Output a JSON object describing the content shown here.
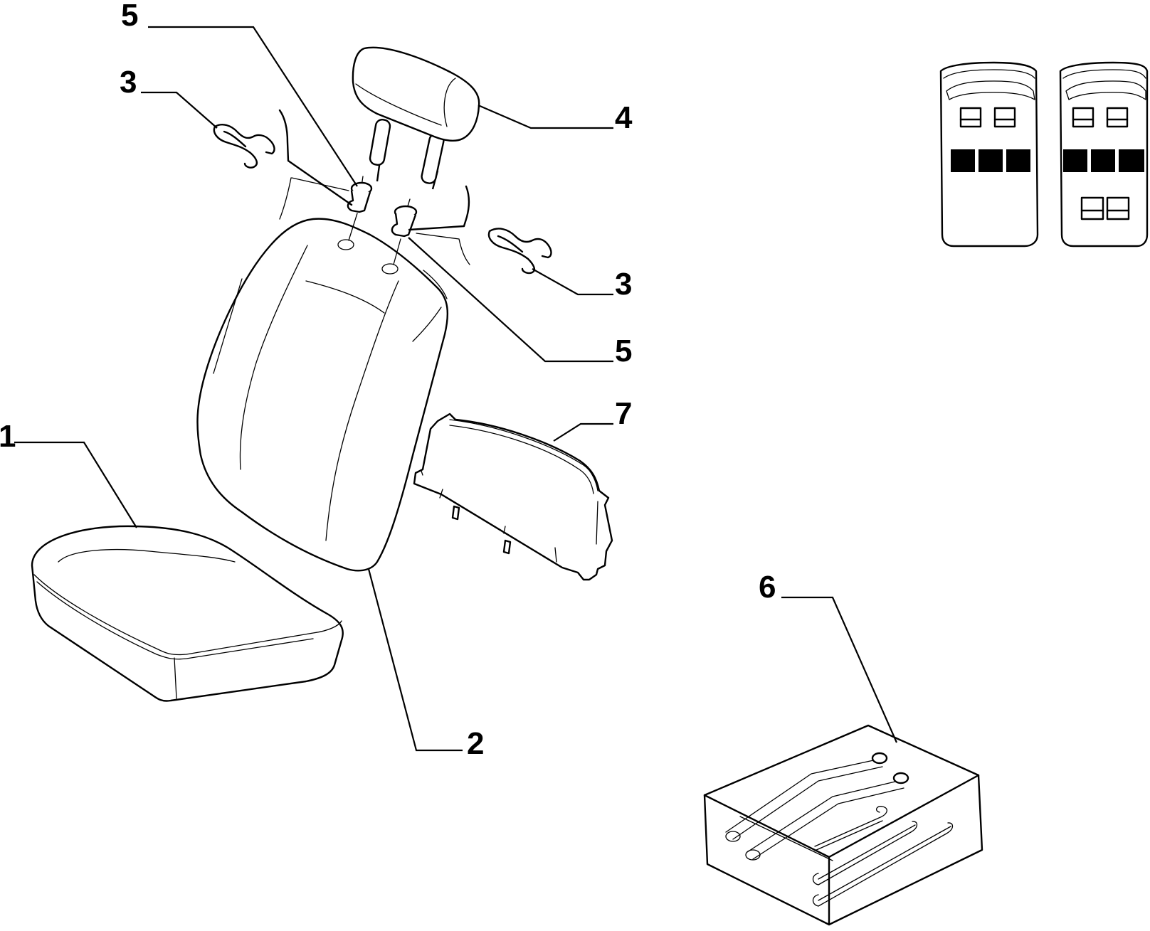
{
  "diagram": {
    "callouts": [
      {
        "id": "c1",
        "label": "1"
      },
      {
        "id": "c2",
        "label": "2"
      },
      {
        "id": "c3a",
        "label": "3"
      },
      {
        "id": "c3b",
        "label": "3"
      },
      {
        "id": "c4",
        "label": "4"
      },
      {
        "id": "c5a",
        "label": "5"
      },
      {
        "id": "c5b",
        "label": "5"
      },
      {
        "id": "c6",
        "label": "6"
      },
      {
        "id": "c7",
        "label": "7"
      }
    ]
  }
}
